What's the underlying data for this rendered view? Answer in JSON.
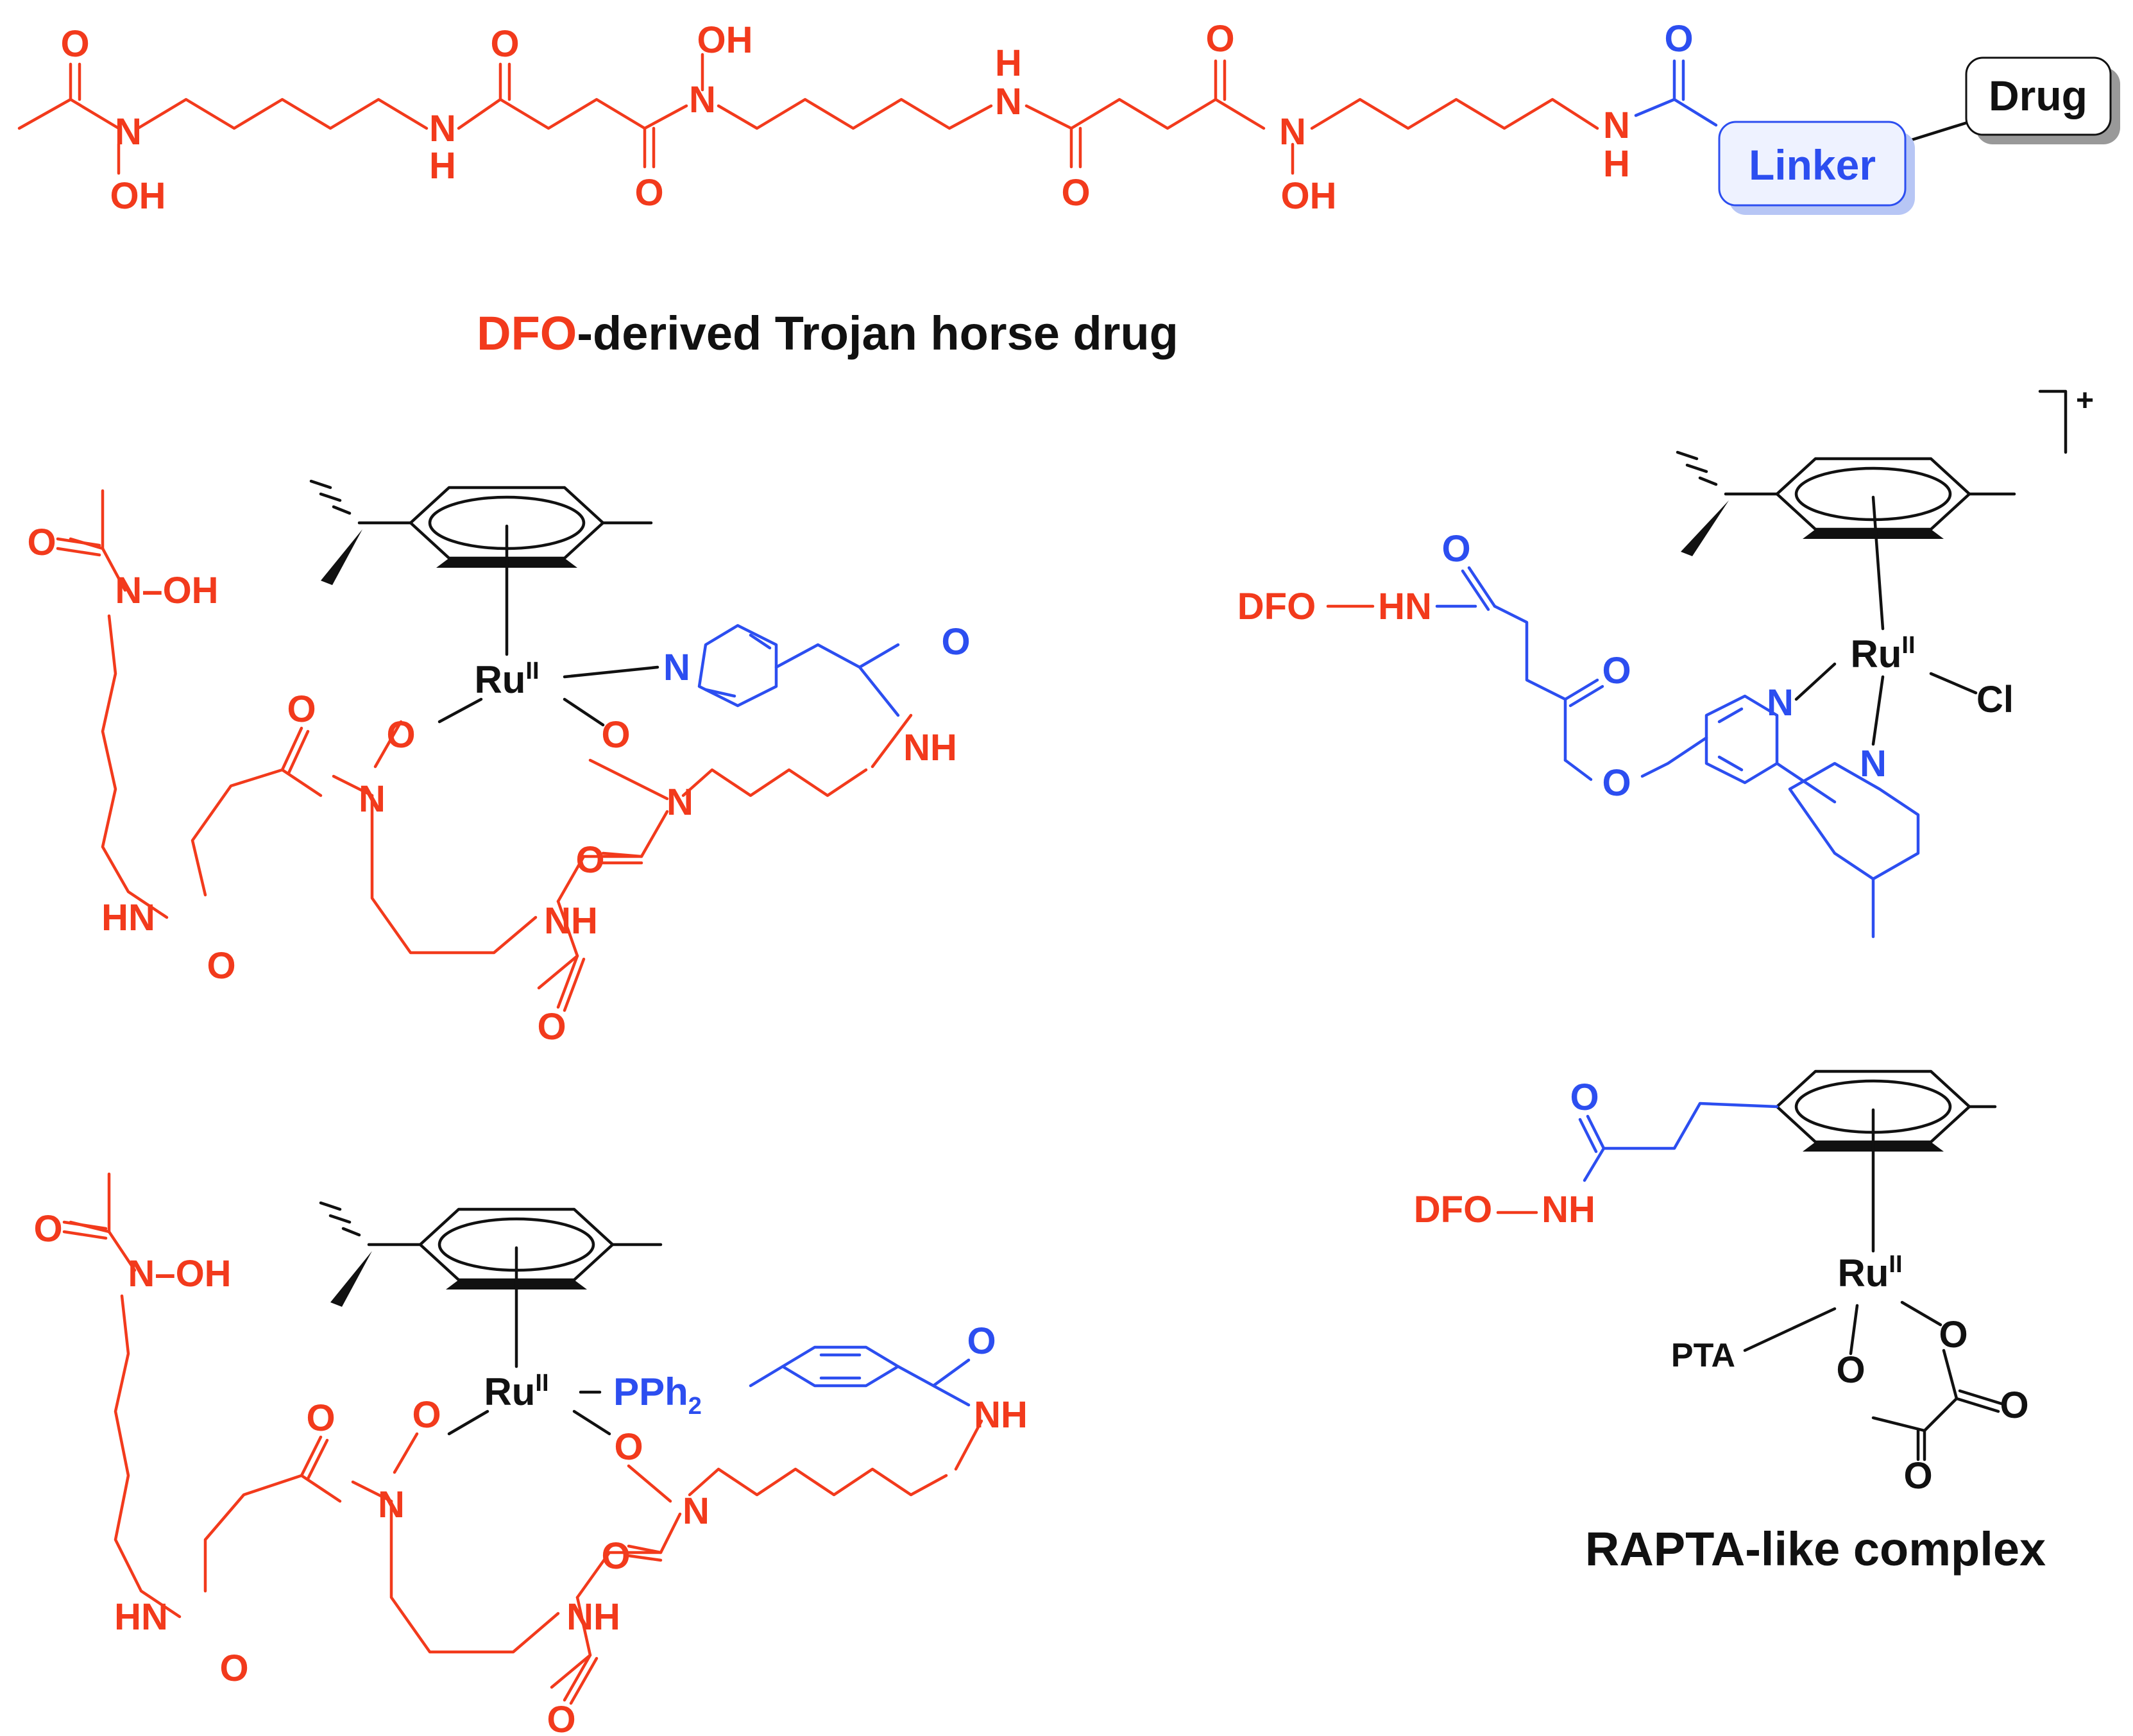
{
  "colors": {
    "dfo": "#f23a1c",
    "linker": "#2c4ef0",
    "metal": "#111111",
    "linker_box_fill": "#e8eeff"
  },
  "top": {
    "drug_box": "Drug",
    "linker_box": "Linker",
    "caption_dfo": "DFO",
    "caption_rest": "-derived Trojan horse drug"
  },
  "atoms": {
    "O": "O",
    "N": "N",
    "OH": "OH",
    "NH": "NH",
    "H": "H",
    "HN": "HN",
    "N_OH": "N–OH",
    "Ru": "Ru",
    "Ru_ox": "II",
    "Cl": "Cl",
    "PTA": "PTA",
    "PPh2": "PPh",
    "PPh2_sub": "2",
    "DFO": "DFO",
    "charge": "+"
  },
  "captions": {
    "rapta": "RAPTA-like complex"
  }
}
